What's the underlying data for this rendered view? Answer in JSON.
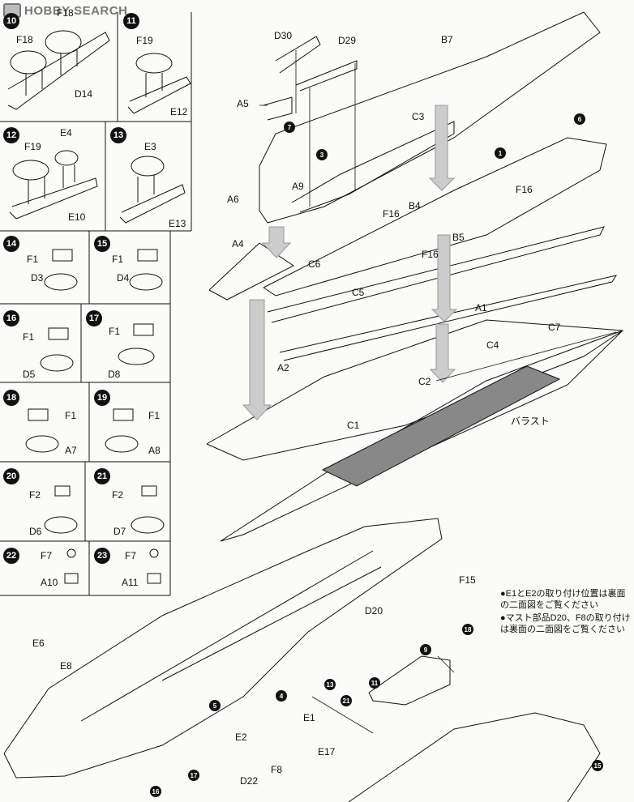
{
  "watermark": "HOBBY SEARCH",
  "steps": {
    "s10": {
      "num": "10",
      "parts": [
        "F18",
        "F18",
        "D14"
      ]
    },
    "s11": {
      "num": "11",
      "parts": [
        "F19",
        "E12"
      ]
    },
    "s12": {
      "num": "12",
      "parts": [
        "F19",
        "E4",
        "E10"
      ]
    },
    "s13": {
      "num": "13",
      "parts": [
        "E3",
        "E13"
      ]
    },
    "s14": {
      "num": "14",
      "parts": [
        "F1",
        "D3"
      ]
    },
    "s15": {
      "num": "15",
      "parts": [
        "F1",
        "D4"
      ]
    },
    "s16": {
      "num": "16",
      "parts": [
        "F1",
        "D5"
      ]
    },
    "s17": {
      "num": "17",
      "parts": [
        "F1",
        "D8"
      ]
    },
    "s18": {
      "num": "18",
      "parts": [
        "F1",
        "A7"
      ]
    },
    "s19": {
      "num": "19",
      "parts": [
        "F1",
        "A8"
      ]
    },
    "s20": {
      "num": "20",
      "parts": [
        "F2",
        "D6"
      ]
    },
    "s21": {
      "num": "21",
      "parts": [
        "F2",
        "D7"
      ]
    },
    "s22": {
      "num": "22",
      "parts": [
        "F7",
        "A10"
      ]
    },
    "s23": {
      "num": "23",
      "parts": [
        "F7",
        "A11"
      ]
    }
  },
  "hull_labels": {
    "D30": "D30",
    "D29": "D29",
    "B7": "B7",
    "A5": "A5",
    "C3": "C3",
    "A6": "A6",
    "A9": "A9",
    "F16a": "F16",
    "F16b": "F16",
    "F16c": "F16",
    "B4": "B4",
    "A4": "A4",
    "B5": "B5",
    "C6": "C6",
    "C5": "C5",
    "A1": "A1",
    "C7": "C7",
    "C4": "C4",
    "A2": "A2",
    "C2": "C2",
    "C1": "C1"
  },
  "callouts": {
    "c7": "7",
    "c3": "3",
    "c6": "6",
    "c1": "1"
  },
  "ballast_label": "バラスト",
  "lower_labels": {
    "F15": "F15",
    "D20": "D20",
    "E6": "E6",
    "E8": "E8",
    "E1": "E1",
    "E2": "E2",
    "E17": "E17",
    "F8": "F8",
    "D22": "D22"
  },
  "lower_callouts": {
    "c18": "18",
    "c11": "11",
    "c9": "9",
    "c13": "13",
    "c4": "4",
    "c21": "21",
    "c5": "5",
    "c17": "17",
    "c16": "16",
    "c15": "15"
  },
  "notes": [
    "●E1とE2の取り付け位置は裏面の二面図をご覧ください",
    "●マスト部品D20、F8の取り付けは裏面の二面図をご覧ください"
  ]
}
